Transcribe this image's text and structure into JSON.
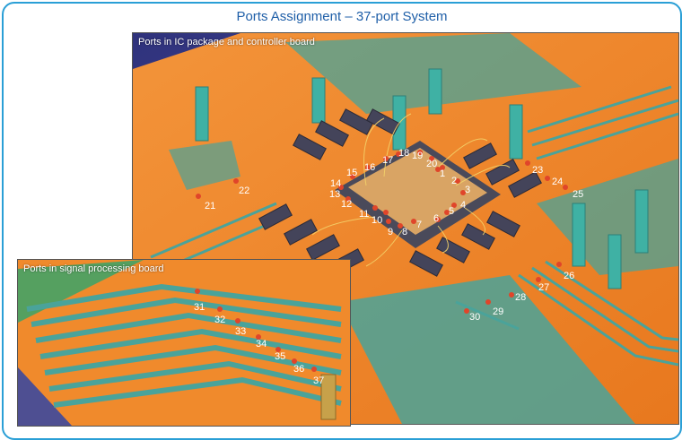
{
  "title": "Ports Assignment – 37-port System",
  "main_panel": {
    "caption": "Ports in IC package and controller board",
    "ports": [
      "1",
      "2",
      "3",
      "4",
      "5",
      "6",
      "7",
      "8",
      "9",
      "10",
      "11",
      "12",
      "13",
      "14",
      "15",
      "16",
      "17",
      "18",
      "19",
      "20",
      "21",
      "22",
      "23",
      "24",
      "25",
      "26",
      "27",
      "28",
      "29",
      "30"
    ]
  },
  "inset_panel": {
    "caption": "Ports in signal processing board",
    "ports": [
      "31",
      "32",
      "33",
      "34",
      "35",
      "36",
      "37"
    ]
  },
  "colors": {
    "frame": "#2a9fd6",
    "title": "#1f5fa8",
    "board": "#f08a2c",
    "trace": "#4aa39a",
    "chip": "#4a4a5a",
    "port_marker": "#e0452a",
    "background_navy": "#3b3f8f"
  }
}
